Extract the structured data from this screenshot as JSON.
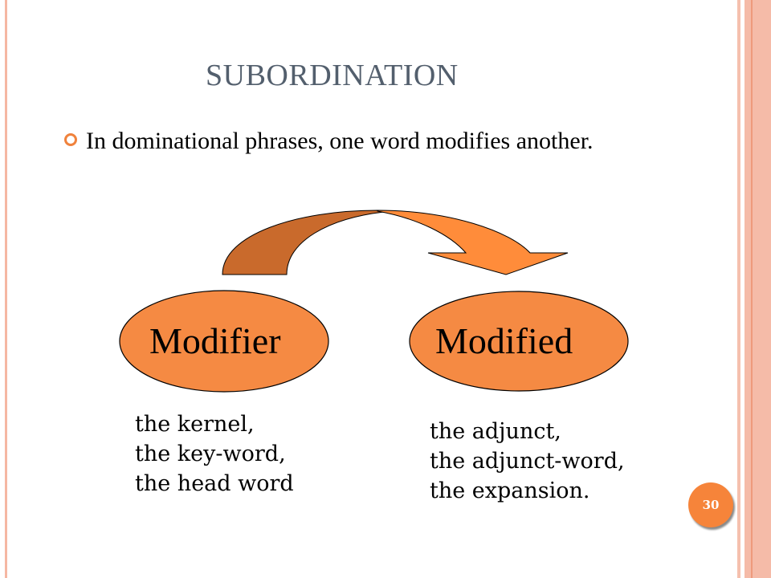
{
  "slide": {
    "title": "SUBORDINATION",
    "bullet": "In dominational phrases, one word modifies another.",
    "left_node": {
      "label": "Modifier",
      "items": [
        "the kernel,",
        "the key-word,",
        "the head word"
      ]
    },
    "right_node": {
      "label": "Modified",
      "items": [
        "the adjunct,",
        "the adjunct-word,",
        "the expansion."
      ]
    },
    "page_number": "30"
  },
  "colors": {
    "accent": "#f6843a",
    "arrow_dark": "#c96a2c",
    "arrow_light": "#ff8c3a",
    "ellipse": "#f58a43",
    "title": "#535f6d"
  }
}
